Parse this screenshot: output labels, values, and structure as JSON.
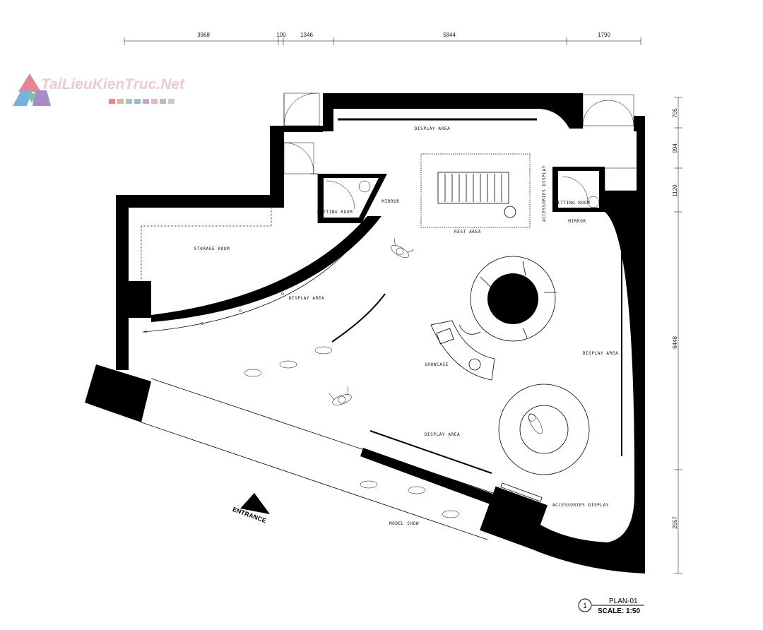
{
  "dimensions": {
    "top": [
      "3968",
      "100",
      "1346",
      "5844",
      "1790"
    ],
    "right": [
      "705",
      "994",
      "1120",
      "6448",
      "2557"
    ]
  },
  "labels": {
    "display_area_top": "DISPLAY AREA",
    "fitting_room_left": "FITTING ROOM",
    "mirror_left": "MIRROR",
    "rest_area": "REST AREA",
    "accessories_display_vertical": "ACCESSORIES DISPLAY",
    "fitting_room_right": "FITTING ROOM",
    "mirror_right": "MIRROR",
    "storage_room": "STORAGE ROOM",
    "display_area_left": "DISPLAY AREA",
    "showcase": "SHOWCASE",
    "display_area_right": "DISPLAY AREA",
    "display_area_bottom": "DISPLAY AREA",
    "accessories_display_bottom": "ACCESSORIES DISPLAY",
    "model_show": "MODEL SHOW",
    "entrance": "ENTRANCE"
  },
  "title_block": {
    "number": "1",
    "plan_name": "PLAN-01",
    "scale": "SCALE: 1:50"
  },
  "watermark": {
    "text": "TaiLieuKienTruc.Net",
    "logo_colors": [
      "#e35b6a",
      "#4c9ad6",
      "#8a63b8",
      "#4fb07b"
    ]
  }
}
